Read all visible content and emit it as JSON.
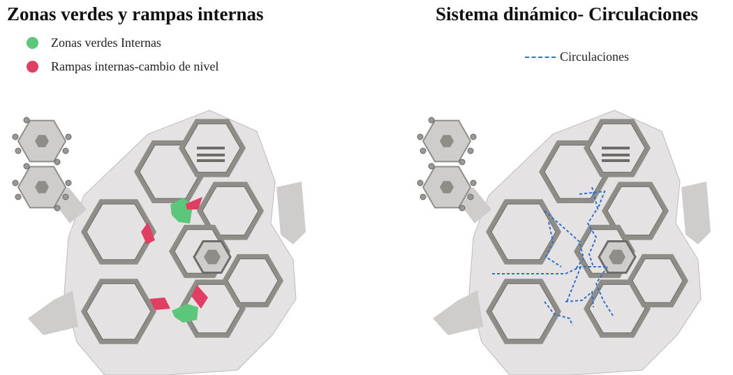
{
  "left_panel": {
    "title": "Zonas verdes y rampas internas",
    "legend": [
      {
        "label": "Zonas verdes Internas",
        "color": "#5cc77a"
      },
      {
        "label": "Rampas internas-cambio  de nivel",
        "color": "#e23d62"
      }
    ]
  },
  "right_panel": {
    "title": "Sistema dinámico- Circulaciones",
    "legend": [
      {
        "label": "Circulaciones",
        "color": "#2f6fd0"
      }
    ]
  },
  "colors": {
    "building_light": "#e4e2e2",
    "building_mid": "#cfcccc",
    "building_dark": "#8f8d88",
    "wall_dark": "#6e6c68"
  }
}
